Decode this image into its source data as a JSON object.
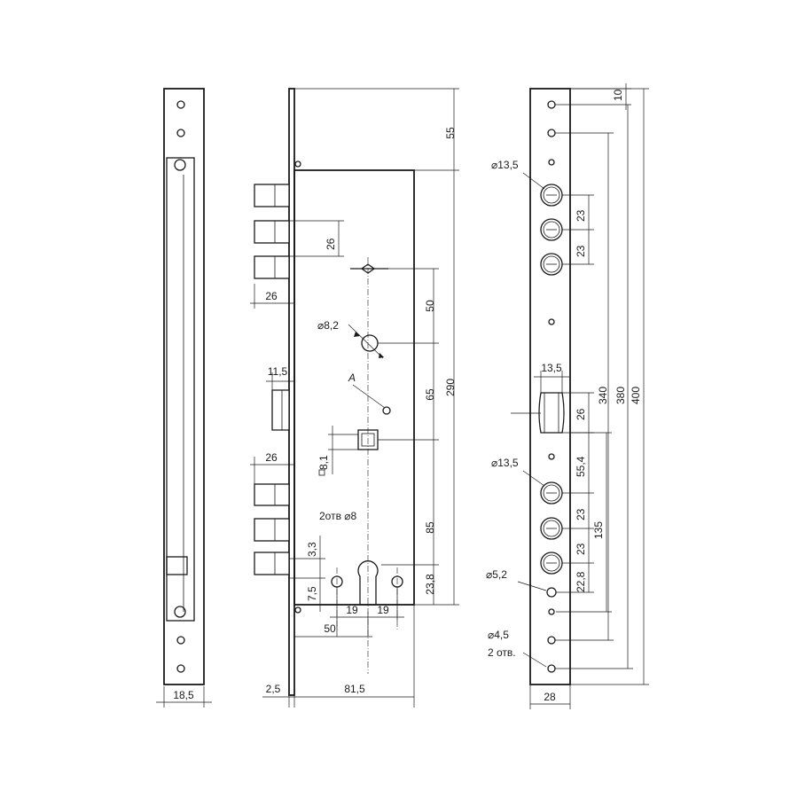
{
  "labels": {
    "faceplate_width": "18,5",
    "top_to_case": "55",
    "bolt_pitch": "26",
    "bolt_length_top": "26",
    "spindle_dia": "⌀8,2",
    "handle_to_spindle": "50",
    "overall_case_height": "290",
    "latch_width": "11,5",
    "point_a": "A",
    "spindle_to_square": "65",
    "square_size": "8,1",
    "bolt_length_bottom": "26",
    "holes": "2отв ⌀8",
    "square_to_cylinder": "85",
    "gap_small": "3,3",
    "cylinder_bottom": "7,5",
    "case_bottom": "23,8",
    "half_spacing_left": "19",
    "half_spacing_right": "19",
    "backset": "50",
    "plate_thickness": "2,5",
    "case_depth": "81,5",
    "top_hole": "10",
    "strike_bolt_dia": "⌀13,5",
    "strike_pitch_1": "23",
    "strike_pitch_2": "23",
    "strike_latch_width": "13,5",
    "span_340": "340",
    "span_380": "380",
    "span_400": "400",
    "strike_latch_height": "26",
    "strike_bolt_dia_2": "⌀13,5",
    "strike_gap": "55,4",
    "strike_pitch_3": "23",
    "strike_pitch_4": "23",
    "span_135": "135",
    "screw_hole_dia": "⌀5,2",
    "hole_offset": "22,8",
    "screw_dia": "⌀4,5",
    "screw_count": "2 отв.",
    "strike_width": "28"
  }
}
